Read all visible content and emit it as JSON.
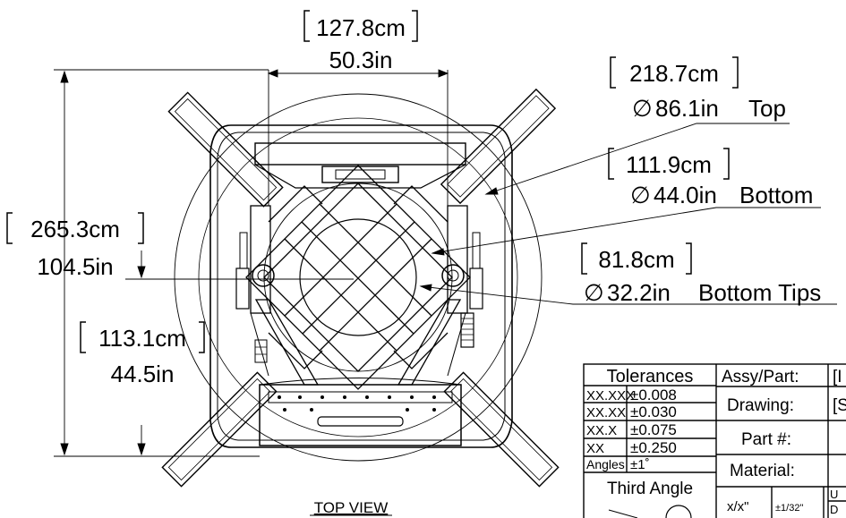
{
  "dimensions": {
    "top_width": {
      "cm": "127.8cm",
      "in": "50.3in"
    },
    "top_diameter": {
      "cm": "218.7cm",
      "in": "86.1in",
      "label": "Top"
    },
    "bottom_diameter": {
      "cm": "111.9cm",
      "in": "44.0in",
      "label": "Bottom"
    },
    "tips_diameter": {
      "cm": "81.8cm",
      "in": "32.2in",
      "label": "Bottom Tips"
    },
    "overall_height": {
      "cm": "265.3cm",
      "in": "104.5in"
    },
    "center_height": {
      "cm": "113.1cm",
      "in": "44.5in"
    },
    "diameter_symbol": "∅"
  },
  "view_label": "TOP VIEW",
  "title_block": {
    "tolerances_header": "Tolerances",
    "tolerances": [
      {
        "format": "XX.XXX",
        "value": "±0.008"
      },
      {
        "format": "XX.XX",
        "value": "±0.030"
      },
      {
        "format": "XX.X",
        "value": "±0.075"
      },
      {
        "format": "XX",
        "value": "±0.250"
      },
      {
        "format": "Angles",
        "value": "±1˚"
      }
    ],
    "projection": "Third Angle",
    "fields": [
      "Assy/Part:",
      "Drawing:",
      "Part #:",
      "Material:"
    ],
    "field_values": [
      "[I",
      "[S"
    ],
    "fraction_format": "x/x\"",
    "fraction_tol": "±1/32\"",
    "notes_partial": [
      "U",
      "D"
    ]
  }
}
